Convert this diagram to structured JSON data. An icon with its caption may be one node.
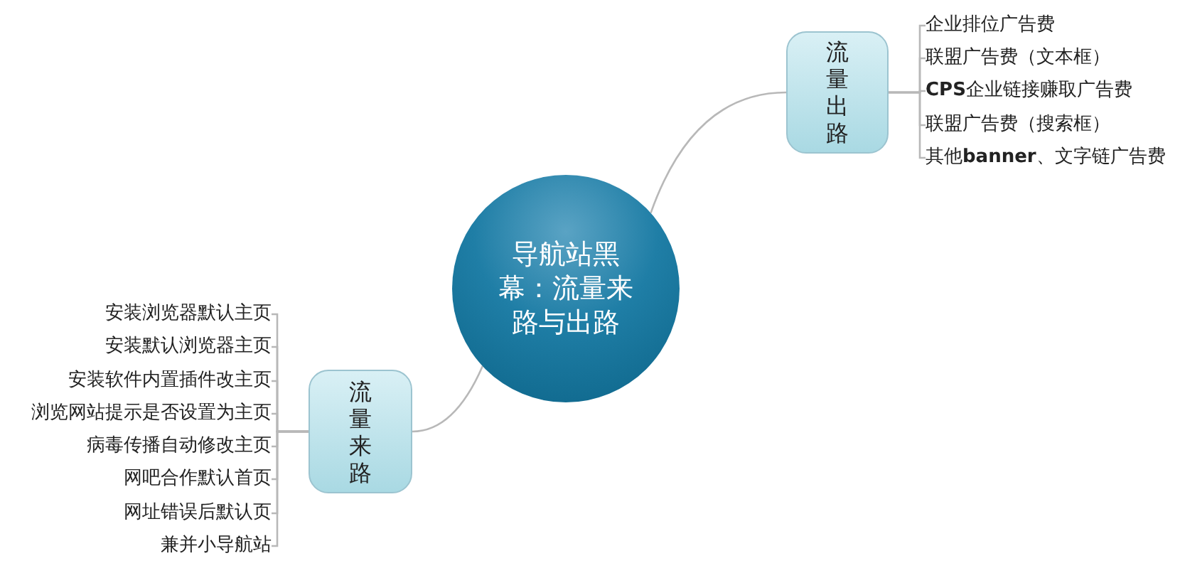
{
  "diagram": {
    "nodes": [
      {
        "text": [
          "导航站黑幕：流量来路与出路"
        ]
      },
      {
        "text": [
          "流量出路"
        ]
      },
      {
        "text": [
          "企业排位广告费"
        ]
      },
      {
        "text": [
          "联盟广告费（文本框）"
        ]
      },
      {
        "text": [
          "**CPS**企业链接赚取广告费"
        ]
      },
      {
        "text": [
          "联盟广告费（搜索框）"
        ]
      },
      {
        "text": [
          "其他**banner**、文字链广告费"
        ]
      },
      {
        "text": [
          "流量来路"
        ]
      },
      {
        "text": [
          "安装浏览器默认主页"
        ]
      },
      {
        "text": [
          "安装默认浏览器主页"
        ]
      },
      {
        "text": [
          "安装软件内置插件改主页"
        ]
      },
      {
        "text": [
          "浏览网站提示是否设置为主页"
        ]
      },
      {
        "text": [
          "病毒传播自动修改主页"
        ]
      },
      {
        "text": [
          "网吧合作默认首页"
        ]
      },
      {
        "text": [
          "网址错误后默认页"
        ]
      },
      {
        "text": [
          "兼并小导航站"
        ]
      }
    ],
    "edges": [
      {
        "from": 0,
        "to": 1,
        "arrow": "none"
      },
      {
        "from": 1,
        "to": 2,
        "arrow": "none"
      },
      {
        "from": 1,
        "to": 3,
        "arrow": "none"
      },
      {
        "from": 1,
        "to": 4,
        "arrow": "none"
      },
      {
        "from": 1,
        "to": 5,
        "arrow": "none"
      },
      {
        "from": 1,
        "to": 6,
        "arrow": "none"
      },
      {
        "from": 0,
        "to": 7,
        "arrow": "none"
      },
      {
        "from": 7,
        "to": 8,
        "arrow": "none"
      },
      {
        "from": 7,
        "to": 9,
        "arrow": "none"
      },
      {
        "from": 7,
        "to": 10,
        "arrow": "none"
      },
      {
        "from": 7,
        "to": 11,
        "arrow": "none"
      },
      {
        "from": 7,
        "to": 12,
        "arrow": "none"
      },
      {
        "from": 7,
        "to": 13,
        "arrow": "none"
      },
      {
        "from": 7,
        "to": 14,
        "arrow": "none"
      },
      {
        "from": 7,
        "to": 15,
        "arrow": "none"
      }
    ]
  }
}
